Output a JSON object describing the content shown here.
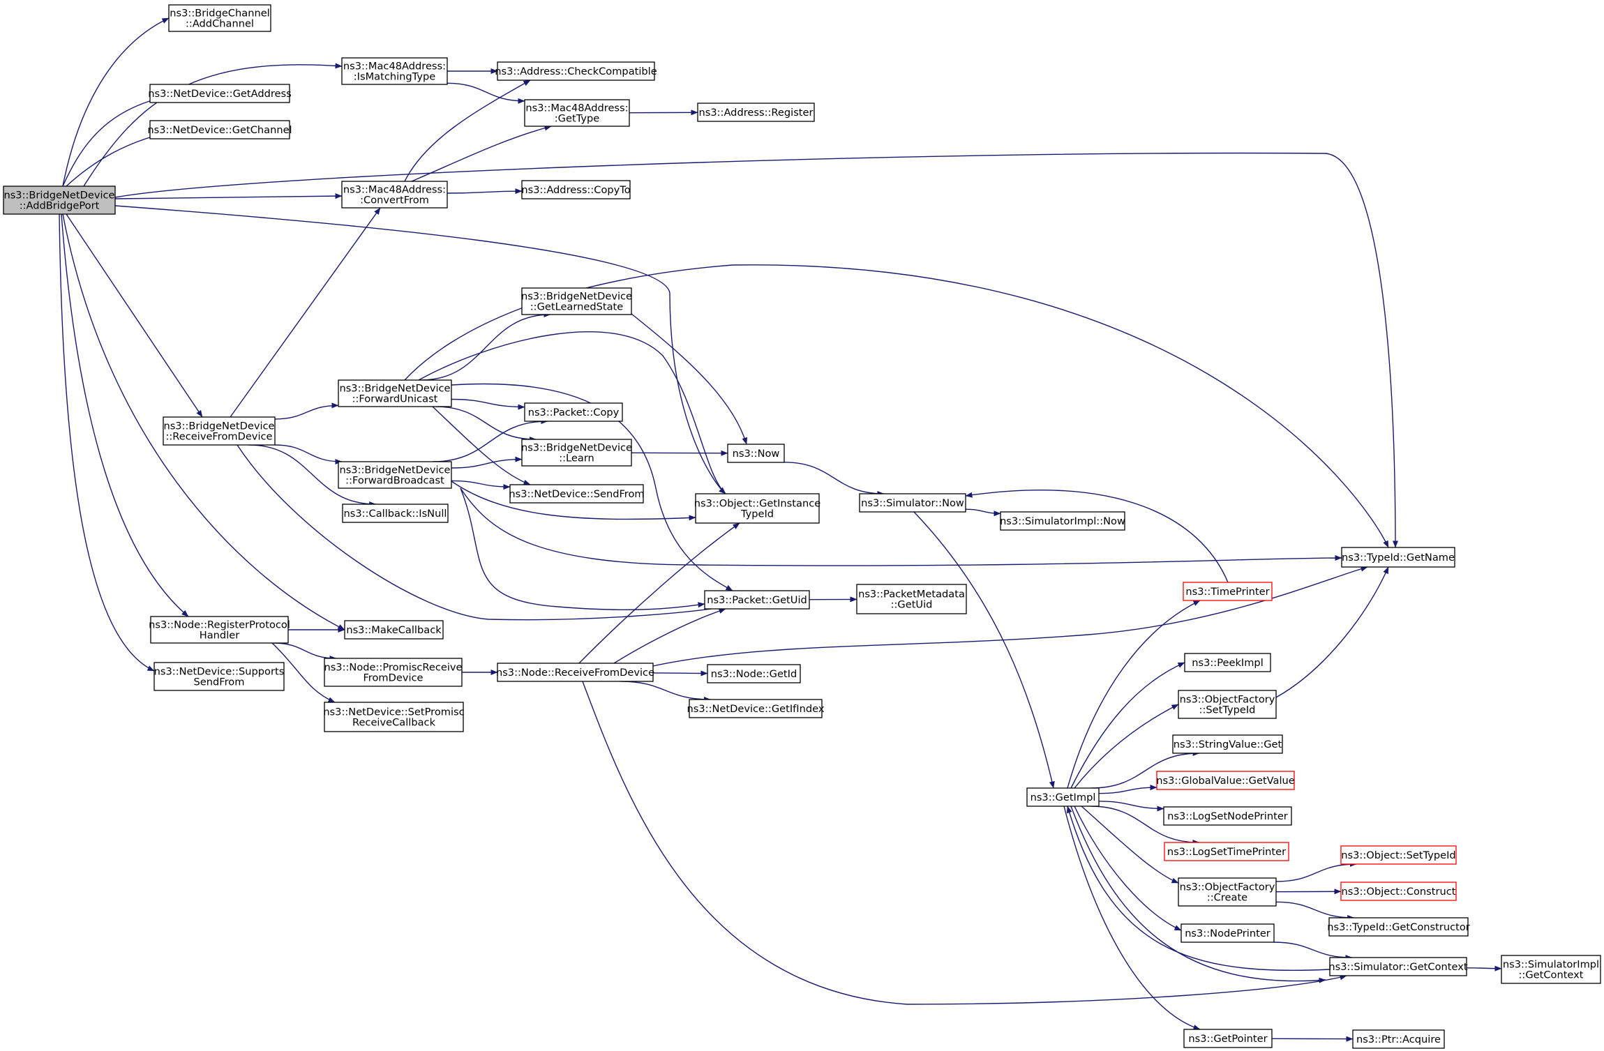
{
  "graph": {
    "nodes": [
      {
        "id": "root",
        "lines": [
          "ns3::BridgeNetDevice",
          "::AddBridgePort"
        ],
        "style": "root"
      },
      {
        "id": "bc_addchannel",
        "lines": [
          "ns3::BridgeChannel",
          "::AddChannel"
        ]
      },
      {
        "id": "nd_getaddress",
        "lines": [
          "ns3::NetDevice::GetAddress"
        ]
      },
      {
        "id": "nd_getchannel",
        "lines": [
          "ns3::NetDevice::GetChannel"
        ]
      },
      {
        "id": "mac_ismatching",
        "lines": [
          "ns3::Mac48Address:",
          ":IsMatchingType"
        ]
      },
      {
        "id": "addr_checkcompat",
        "lines": [
          "ns3::Address::CheckCompatible"
        ]
      },
      {
        "id": "mac_gettype",
        "lines": [
          "ns3::Mac48Address:",
          ":GetType"
        ]
      },
      {
        "id": "addr_register",
        "lines": [
          "ns3::Address::Register"
        ]
      },
      {
        "id": "mac_convertfrom",
        "lines": [
          "ns3::Mac48Address:",
          ":ConvertFrom"
        ]
      },
      {
        "id": "addr_copyto",
        "lines": [
          "ns3::Address::CopyTo"
        ]
      },
      {
        "id": "bnd_getlearned",
        "lines": [
          "ns3::BridgeNetDevice",
          "::GetLearnedState"
        ]
      },
      {
        "id": "bnd_fwdunicast",
        "lines": [
          "ns3::BridgeNetDevice",
          "::ForwardUnicast"
        ]
      },
      {
        "id": "bnd_recvfromdev",
        "lines": [
          "ns3::BridgeNetDevice",
          "::ReceiveFromDevice"
        ]
      },
      {
        "id": "pkt_copy",
        "lines": [
          "ns3::Packet::Copy"
        ]
      },
      {
        "id": "bnd_learn",
        "lines": [
          "ns3::BridgeNetDevice",
          "::Learn"
        ]
      },
      {
        "id": "now",
        "lines": [
          "ns3::Now"
        ]
      },
      {
        "id": "bnd_fwdbroadcast",
        "lines": [
          "ns3::BridgeNetDevice",
          "::ForwardBroadcast"
        ]
      },
      {
        "id": "nd_sendfrom",
        "lines": [
          "ns3::NetDevice::SendFrom"
        ]
      },
      {
        "id": "obj_getinstancetypeid",
        "lines": [
          "ns3::Object::GetInstance",
          "TypeId"
        ]
      },
      {
        "id": "sim_now",
        "lines": [
          "ns3::Simulator::Now"
        ]
      },
      {
        "id": "simimpl_now",
        "lines": [
          "ns3::SimulatorImpl::Now"
        ]
      },
      {
        "id": "cb_isnull",
        "lines": [
          "ns3::Callback::IsNull"
        ]
      },
      {
        "id": "typeid_getname",
        "lines": [
          "ns3::TypeId::GetName"
        ]
      },
      {
        "id": "timeprinter",
        "lines": [
          "ns3::TimePrinter"
        ],
        "style": "red"
      },
      {
        "id": "pkt_getuid",
        "lines": [
          "ns3::Packet::GetUid"
        ]
      },
      {
        "id": "pktmeta_getuid",
        "lines": [
          "ns3::PacketMetadata",
          "::GetUid"
        ]
      },
      {
        "id": "node_regproto",
        "lines": [
          "ns3::Node::RegisterProtocol",
          "Handler"
        ]
      },
      {
        "id": "makecallback",
        "lines": [
          "ns3::MakeCallback"
        ]
      },
      {
        "id": "peekimpl",
        "lines": [
          "ns3::PeekImpl"
        ]
      },
      {
        "id": "nd_supportssendfrom",
        "lines": [
          "ns3::NetDevice::Supports",
          "SendFrom"
        ]
      },
      {
        "id": "node_promiscrecv",
        "lines": [
          "ns3::Node::PromiscReceive",
          "FromDevice"
        ]
      },
      {
        "id": "node_recvfromdev",
        "lines": [
          "ns3::Node::ReceiveFromDevice"
        ]
      },
      {
        "id": "node_getid",
        "lines": [
          "ns3::Node::GetId"
        ]
      },
      {
        "id": "of_settypeid",
        "lines": [
          "ns3::ObjectFactory",
          "::SetTypeId"
        ]
      },
      {
        "id": "nd_getifindex",
        "lines": [
          "ns3::NetDevice::GetIfIndex"
        ]
      },
      {
        "id": "nd_setpromisc",
        "lines": [
          "ns3::NetDevice::SetPromisc",
          "ReceiveCallback"
        ]
      },
      {
        "id": "stringvalue_get",
        "lines": [
          "ns3::StringValue::Get"
        ]
      },
      {
        "id": "getimpl",
        "lines": [
          "ns3::GetImpl"
        ]
      },
      {
        "id": "globalvalue_getvalue",
        "lines": [
          "ns3::GlobalValue::GetValue"
        ],
        "style": "red"
      },
      {
        "id": "logsetnodeprinter",
        "lines": [
          "ns3::LogSetNodePrinter"
        ]
      },
      {
        "id": "logsettimeprinter",
        "lines": [
          "ns3::LogSetTimePrinter"
        ],
        "style": "red"
      },
      {
        "id": "obj_settypeid",
        "lines": [
          "ns3::Object::SetTypeId"
        ],
        "style": "red"
      },
      {
        "id": "of_create",
        "lines": [
          "ns3::ObjectFactory",
          "::Create"
        ]
      },
      {
        "id": "obj_construct",
        "lines": [
          "ns3::Object::Construct"
        ],
        "style": "red"
      },
      {
        "id": "typeid_getconstructor",
        "lines": [
          "ns3::TypeId::GetConstructor"
        ]
      },
      {
        "id": "nodeprinter",
        "lines": [
          "ns3::NodePrinter"
        ]
      },
      {
        "id": "sim_getcontext",
        "lines": [
          "ns3::Simulator::GetContext"
        ]
      },
      {
        "id": "simimpl_getcontext",
        "lines": [
          "ns3::SimulatorImpl",
          "::GetContext"
        ]
      },
      {
        "id": "getpointer",
        "lines": [
          "ns3::GetPointer"
        ]
      },
      {
        "id": "ptr_acquire",
        "lines": [
          "ns3::Ptr::Acquire"
        ]
      }
    ],
    "edges": [
      [
        "root",
        "bc_addchannel"
      ],
      [
        "root",
        "nd_getaddress"
      ],
      [
        "root",
        "nd_getchannel"
      ],
      [
        "root",
        "mac_ismatching"
      ],
      [
        "root",
        "typeid_getname"
      ],
      [
        "root",
        "mac_convertfrom"
      ],
      [
        "root",
        "obj_getinstancetypeid"
      ],
      [
        "root",
        "bnd_recvfromdev"
      ],
      [
        "root",
        "makecallback"
      ],
      [
        "root",
        "node_regproto"
      ],
      [
        "root",
        "nd_supportssendfrom"
      ],
      [
        "mac_ismatching",
        "addr_checkcompat"
      ],
      [
        "mac_ismatching",
        "mac_gettype"
      ],
      [
        "mac_gettype",
        "addr_register"
      ],
      [
        "mac_convertfrom",
        "addr_checkcompat"
      ],
      [
        "mac_convertfrom",
        "mac_gettype"
      ],
      [
        "mac_convertfrom",
        "addr_copyto"
      ],
      [
        "bnd_recvfromdev",
        "mac_convertfrom"
      ],
      [
        "bnd_recvfromdev",
        "bnd_fwdunicast"
      ],
      [
        "bnd_recvfromdev",
        "bnd_fwdbroadcast"
      ],
      [
        "bnd_recvfromdev",
        "cb_isnull"
      ],
      [
        "bnd_recvfromdev",
        "pkt_getuid"
      ],
      [
        "bnd_fwdunicast",
        "bnd_getlearned"
      ],
      [
        "bnd_fwdunicast",
        "pkt_copy"
      ],
      [
        "bnd_fwdunicast",
        "bnd_learn"
      ],
      [
        "bnd_fwdunicast",
        "nd_sendfrom"
      ],
      [
        "bnd_fwdunicast",
        "obj_getinstancetypeid"
      ],
      [
        "bnd_fwdunicast",
        "pkt_getuid"
      ],
      [
        "bnd_fwdunicast",
        "typeid_getname"
      ],
      [
        "bnd_fwdbroadcast",
        "pkt_copy"
      ],
      [
        "bnd_fwdbroadcast",
        "bnd_learn"
      ],
      [
        "bnd_fwdbroadcast",
        "nd_sendfrom"
      ],
      [
        "bnd_fwdbroadcast",
        "obj_getinstancetypeid"
      ],
      [
        "bnd_fwdbroadcast",
        "pkt_getuid"
      ],
      [
        "bnd_fwdbroadcast",
        "typeid_getname"
      ],
      [
        "bnd_getlearned",
        "now"
      ],
      [
        "bnd_learn",
        "now"
      ],
      [
        "now",
        "sim_now"
      ],
      [
        "sim_now",
        "simimpl_now"
      ],
      [
        "sim_now",
        "getimpl"
      ],
      [
        "pkt_getuid",
        "pktmeta_getuid"
      ],
      [
        "node_regproto",
        "makecallback"
      ],
      [
        "node_regproto",
        "node_promiscrecv"
      ],
      [
        "node_regproto",
        "nd_setpromisc"
      ],
      [
        "node_promiscrecv",
        "node_recvfromdev"
      ],
      [
        "node_recvfromdev",
        "obj_getinstancetypeid"
      ],
      [
        "node_recvfromdev",
        "pkt_getuid"
      ],
      [
        "node_recvfromdev",
        "typeid_getname"
      ],
      [
        "node_recvfromdev",
        "node_getid"
      ],
      [
        "node_recvfromdev",
        "nd_getifindex"
      ],
      [
        "node_recvfromdev",
        "sim_getcontext"
      ],
      [
        "getimpl",
        "timeprinter"
      ],
      [
        "getimpl",
        "peekimpl"
      ],
      [
        "getimpl",
        "of_settypeid"
      ],
      [
        "getimpl",
        "stringvalue_get"
      ],
      [
        "getimpl",
        "globalvalue_getvalue"
      ],
      [
        "getimpl",
        "logsetnodeprinter"
      ],
      [
        "getimpl",
        "logsettimeprinter"
      ],
      [
        "getimpl",
        "of_create"
      ],
      [
        "getimpl",
        "nodeprinter"
      ],
      [
        "getimpl",
        "sim_getcontext"
      ],
      [
        "getimpl",
        "getpointer"
      ],
      [
        "timeprinter",
        "sim_now"
      ],
      [
        "of_settypeid",
        "typeid_getname"
      ],
      [
        "of_create",
        "obj_settypeid"
      ],
      [
        "of_create",
        "obj_construct"
      ],
      [
        "of_create",
        "typeid_getconstructor"
      ],
      [
        "nodeprinter",
        "sim_getcontext"
      ],
      [
        "sim_getcontext",
        "getimpl"
      ],
      [
        "sim_getcontext",
        "simimpl_getcontext"
      ],
      [
        "getpointer",
        "ptr_acquire"
      ]
    ]
  }
}
